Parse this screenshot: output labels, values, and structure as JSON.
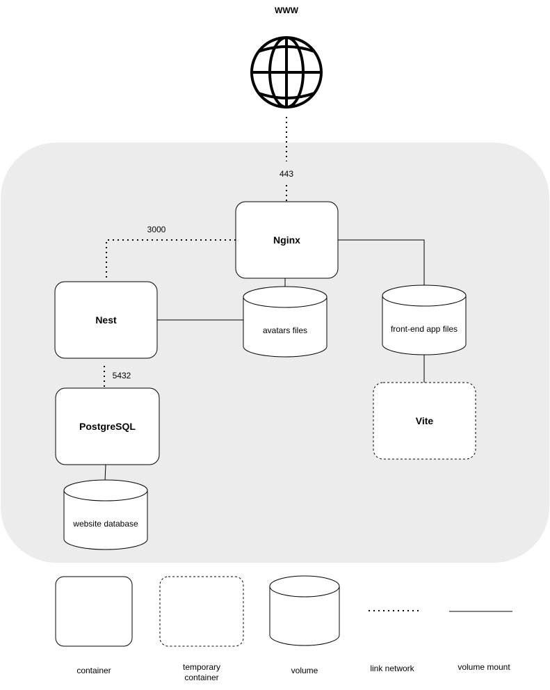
{
  "diagram": {
    "www_label": "WWW",
    "ports": {
      "https": "443",
      "nest": "3000",
      "postgres": "5432"
    },
    "containers": {
      "nginx": "Nginx",
      "nest": "Nest",
      "postgresql": "PostgreSQL",
      "vite": "Vite"
    },
    "volumes": {
      "avatars": "avatars files",
      "frontend": "front-end app files",
      "database": "website database"
    },
    "legend": {
      "container": "container",
      "temporary_container_line1": "temporary",
      "temporary_container_line2": "container",
      "volume": "volume",
      "link_network": "link network",
      "volume_mount": "volume mount"
    },
    "colors": {
      "network_background": "#ececec",
      "stroke": "#000000",
      "node_fill": "#ffffff"
    },
    "icons": {
      "internet": "globe-icon"
    }
  }
}
